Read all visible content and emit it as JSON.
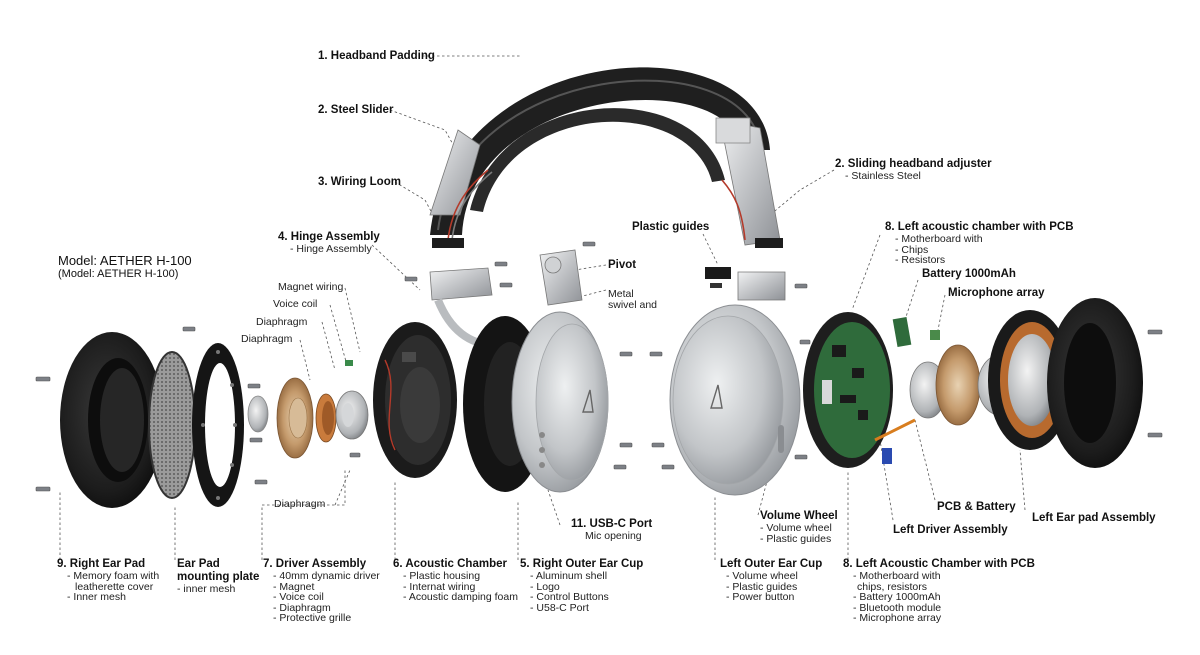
{
  "model": {
    "line1": "Model: AETHER H-100",
    "line2": "(Model: AETHER H-100)"
  },
  "labels": {
    "headband_padding": {
      "title": "1. Headband Padding"
    },
    "steel_slider": {
      "title": "2. Steel Slider"
    },
    "wiring_loom": {
      "title": "3. Wiring Loom"
    },
    "hinge_assembly": {
      "title": "4. Hinge Assembly",
      "sub": [
        "- Hinge Assembly"
      ]
    },
    "sliding_adjuster": {
      "title": "2. Sliding headband adjuster",
      "sub": [
        "- Stainless Steel"
      ]
    },
    "plastic_guides": {
      "title": "Plastic guides"
    },
    "pivot": {
      "title": "Pivot"
    },
    "metal_swivel": {
      "sub": [
        "Metal",
        "swivel and"
      ]
    },
    "magnet_wiring": {
      "sub": [
        "Magnet wiring"
      ]
    },
    "voice_coil": {
      "sub": [
        "Voice coil"
      ]
    },
    "diaphragm_a": {
      "sub": [
        "Diaphragm"
      ]
    },
    "diaphragm_b": {
      "sub": [
        "Diaphragm"
      ]
    },
    "diaphragm_c": {
      "sub": [
        "Diaphragm"
      ]
    },
    "left_chamber_top": {
      "title": "8. Left acoustic chamber with PCB",
      "sub": [
        "- Motherboard with",
        "- Chips",
        "- Resistors"
      ]
    },
    "battery": {
      "title": "Battery 1000mAh"
    },
    "mic_array": {
      "title": "Microphone array"
    },
    "right_ear_pad": {
      "title": "9. Right Ear Pad",
      "sub": [
        "- Memory foam with",
        "leatherette cover",
        "- Inner mesh"
      ]
    },
    "ear_pad_plate": {
      "title": "Ear Pad",
      "title2": "mounting plate",
      "sub": [
        "- inner mesh"
      ]
    },
    "driver_assembly": {
      "title": "7. Driver Assembly",
      "sub": [
        "- 40mm dynamic driver",
        "- Magnet",
        "- Voice coil",
        "- Diaphragm",
        "- Protective grille"
      ]
    },
    "acoustic_chamber": {
      "title": "6. Acoustic Chamber",
      "sub": [
        "- Plastic housing",
        "- Internat wiring",
        "- Acoustic damping foam"
      ]
    },
    "right_outer_cup": {
      "title": "5. Right Outer Ear Cup",
      "sub": [
        "- Aluminum shell",
        "- Logo",
        "- Control Buttons",
        "- U58-C Port"
      ]
    },
    "usbc_port": {
      "title": "11. USB-C Port",
      "sub": [
        "Mic opening"
      ]
    },
    "left_outer_cup": {
      "title": "Left Outer Ear Cup",
      "sub": [
        "- Volume wheel",
        "- Plastic guides",
        "- Power button"
      ]
    },
    "volume_wheel": {
      "title": "Volume Wheel",
      "sub": [
        "- Volume wheel",
        "- Plastic guides"
      ]
    },
    "left_chamber_bottom": {
      "title": "8. Left Acoustic Chamber with PCB",
      "sub": [
        "- Motherboard with",
        "chips, resistors",
        "- Battery 1000mAh",
        "- Bluetooth module",
        "- Microphone array"
      ]
    },
    "pcb_battery": {
      "title": "PCB & Battery"
    },
    "left_driver": {
      "title": "Left Driver Assembly"
    },
    "left_ear_pad": {
      "title": "Left Ear pad Assembly"
    }
  },
  "colors": {
    "leader": "#555555",
    "aluminum": "#c9cbce",
    "foam": "#1a1a1a",
    "copper": "#b86a2e",
    "pcb": "#2f6b3b"
  }
}
